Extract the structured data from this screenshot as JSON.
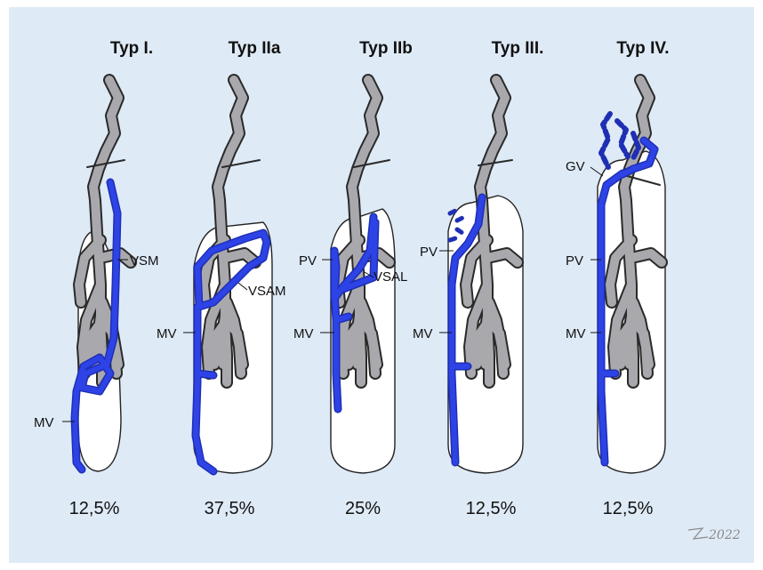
{
  "types": [
    {
      "title": "Typ I.",
      "percent": "12,5%",
      "labels": [
        "VSM",
        "MV"
      ]
    },
    {
      "title": "Typ IIa",
      "percent": "37,5%",
      "labels": [
        "VSAM",
        "MV"
      ]
    },
    {
      "title": "Typ IIb",
      "percent": "25%",
      "labels": [
        "PV",
        "VSAL",
        "MV"
      ]
    },
    {
      "title": "Typ III.",
      "percent": "12,5%",
      "labels": [
        "PV",
        "MV"
      ]
    },
    {
      "title": "Typ IV.",
      "percent": "12,5%",
      "labels": [
        "GV",
        "PV",
        "MV"
      ]
    }
  ],
  "signature": "2022",
  "colors": {
    "vein": "#2d43e6",
    "artery": "#a9a9ad",
    "background": "#deeaf6"
  }
}
